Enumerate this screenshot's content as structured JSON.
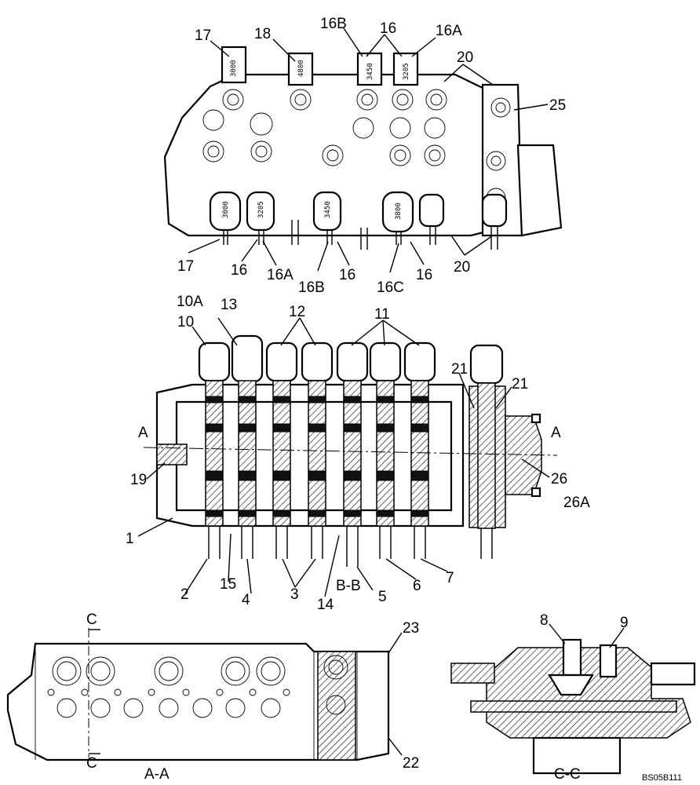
{
  "top_view": {
    "callouts_top": [
      "17",
      "18",
      "16B",
      "16",
      "16A",
      "20",
      "25"
    ],
    "callouts_bottom": [
      "17",
      "16",
      "16A",
      "16B",
      "16",
      "16C",
      "16",
      "20"
    ],
    "stamps_top": [
      "3000",
      "4800",
      "3450",
      "3205"
    ],
    "stamps_bottom": [
      "3000",
      "3205",
      "3450",
      "3800"
    ]
  },
  "mid_view": {
    "callouts": [
      "10A",
      "10",
      "13",
      "12",
      "11",
      "21",
      "21",
      "A",
      "A",
      "19",
      "26",
      "26A",
      "1",
      "2",
      "15",
      "4",
      "3",
      "14",
      "B-B",
      "5",
      "6",
      "7"
    ]
  },
  "bottom_left": {
    "callouts": [
      "C",
      "23",
      "C",
      "22"
    ],
    "title": "A-A"
  },
  "bottom_right": {
    "callouts": [
      "8",
      "9"
    ],
    "title": "C-C"
  },
  "reference": "BS05B111"
}
